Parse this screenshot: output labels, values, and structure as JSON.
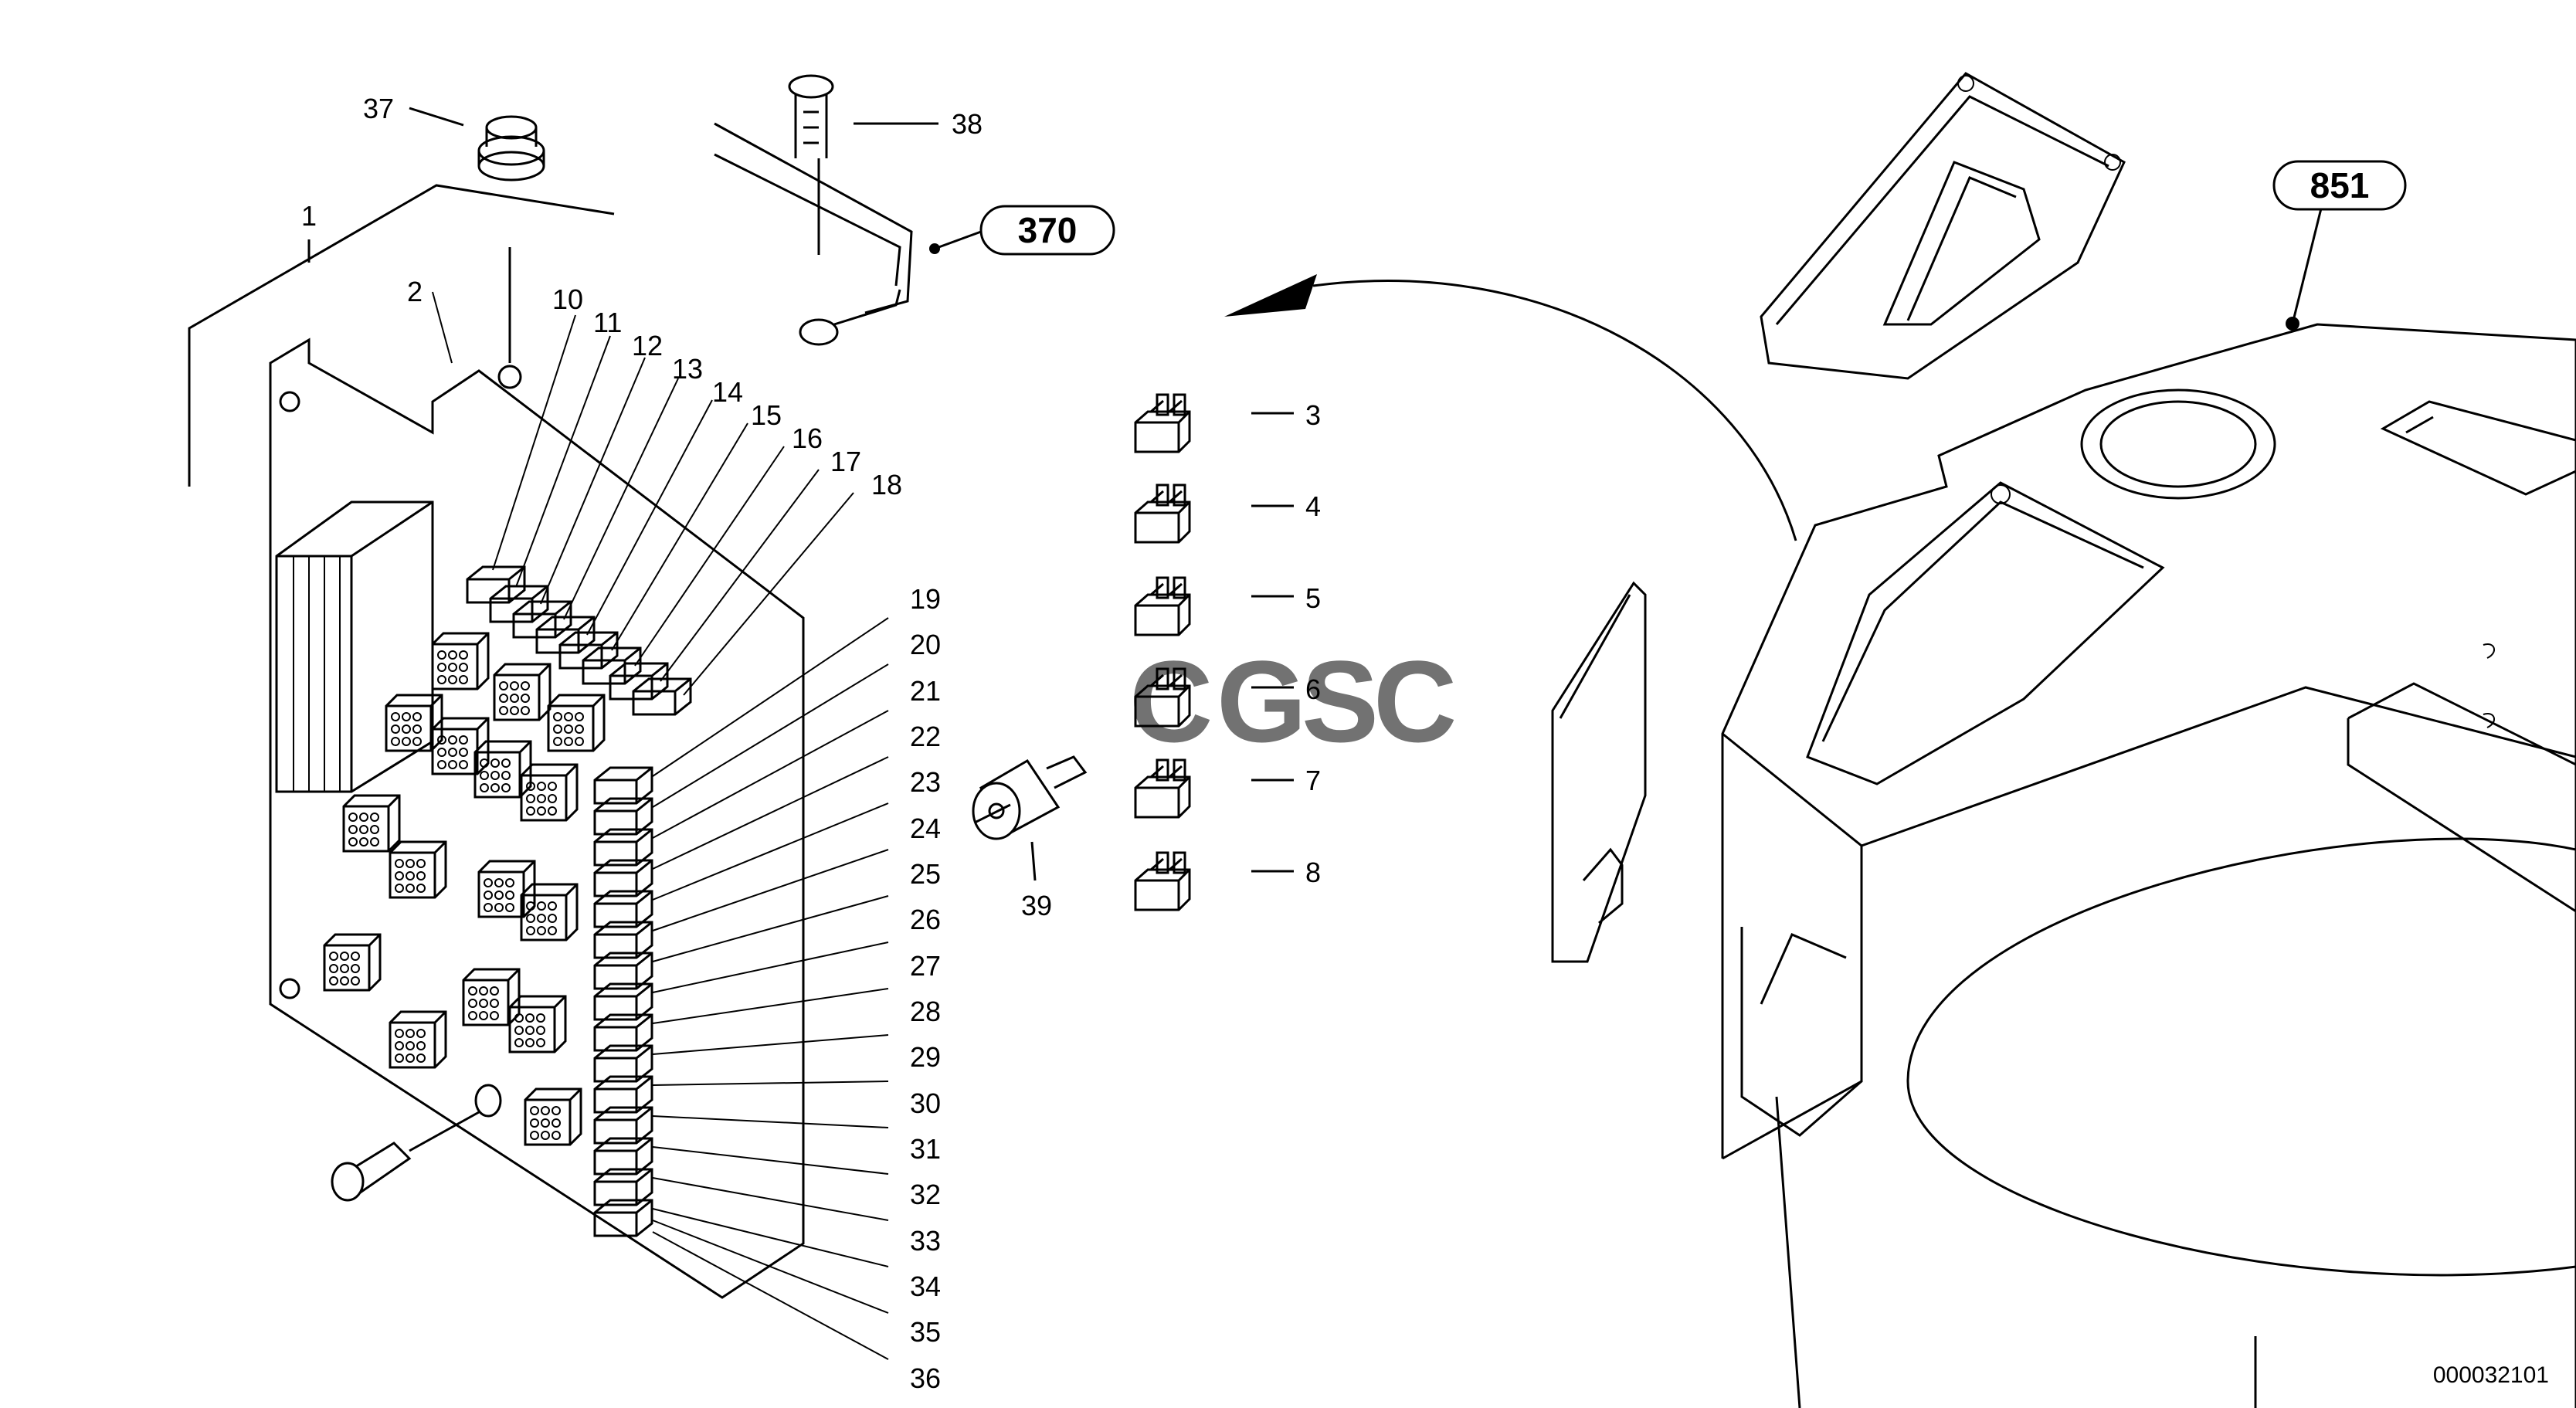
{
  "parts": {
    "p1": "1",
    "p2": "2",
    "p3": "3",
    "p4": "4",
    "p5": "5",
    "p6": "6",
    "p7": "7",
    "p8": "8",
    "p10": "10",
    "p11": "11",
    "p12": "12",
    "p13": "13",
    "p14": "14",
    "p15": "15",
    "p16": "16",
    "p17": "17",
    "p18": "18",
    "p19": "19",
    "p20": "20",
    "p21": "21",
    "p22": "22",
    "p23": "23",
    "p24": "24",
    "p25": "25",
    "p26": "26",
    "p27": "27",
    "p28": "28",
    "p29": "29",
    "p30": "30",
    "p31": "31",
    "p32": "32",
    "p33": "33",
    "p34": "34",
    "p35": "35",
    "p36": "36",
    "p37": "37",
    "p38": "38",
    "p39": "39"
  },
  "callouts": {
    "c370": "370",
    "c851": "851"
  },
  "watermark": {
    "letters": [
      "C",
      "G",
      "S",
      "C"
    ],
    "colors": [
      "#4a8fe8",
      "#ea5a4f",
      "#f4c234",
      "#3fae78"
    ]
  },
  "drawing_number": "000032101"
}
